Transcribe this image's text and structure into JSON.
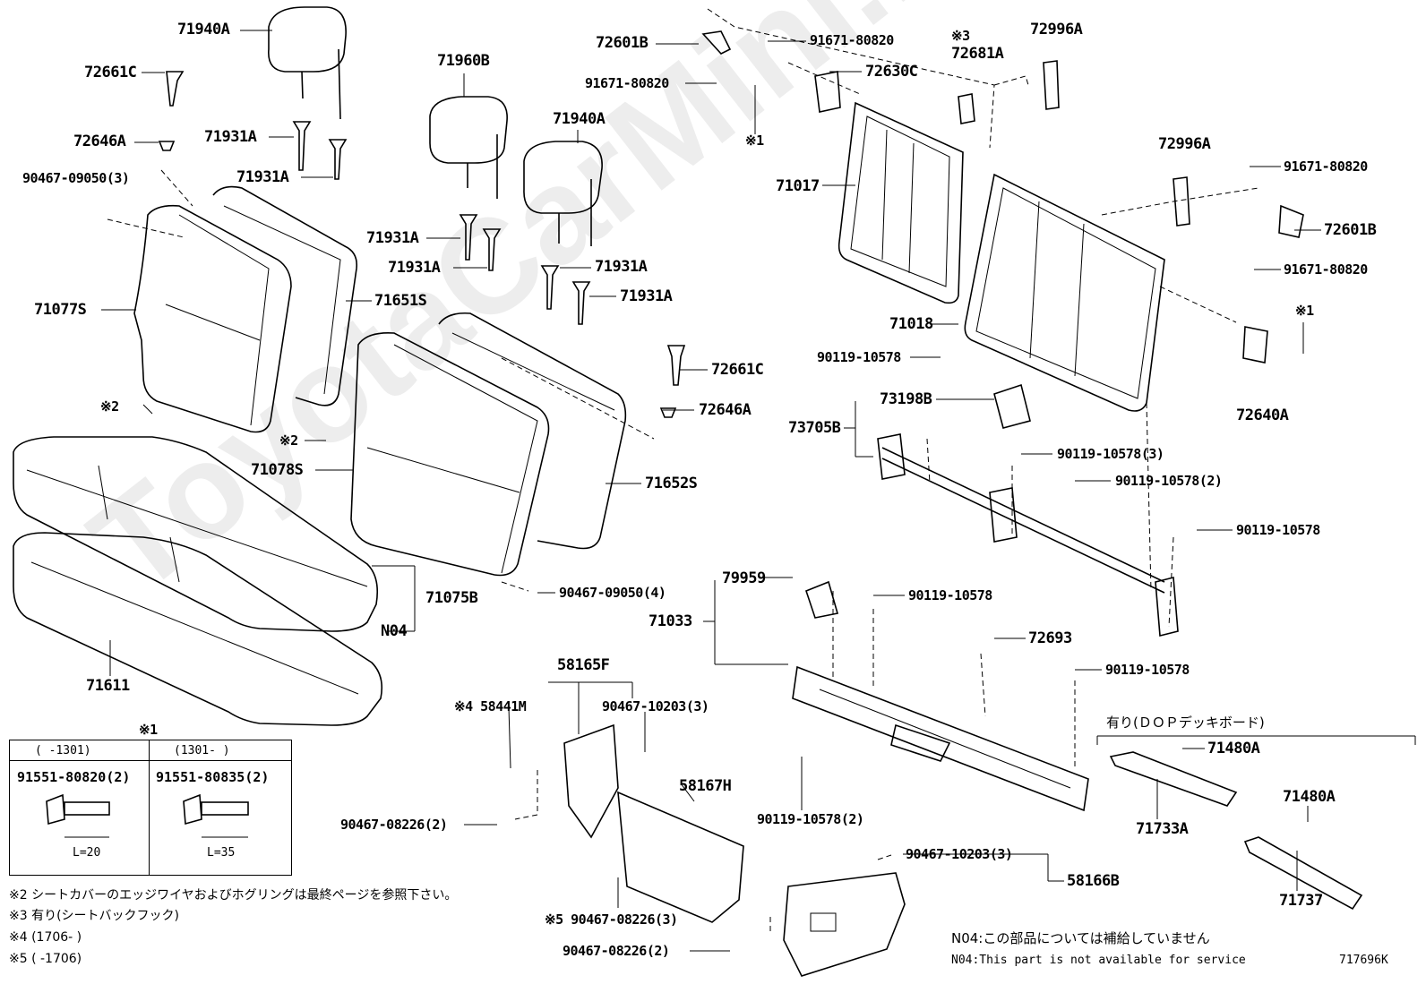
{
  "watermark": "ToyotaCarMini.ru",
  "parts": {
    "p71940A_top": "71940A",
    "p72661C_left": "72661C",
    "p72646A_left": "72646A",
    "p90467_09050_3": "90467-09050(3)",
    "p71931A_1": "71931A",
    "p71931A_2": "71931A",
    "p71960B": "71960B",
    "p71940A_mid": "71940A",
    "p71931A_3": "71931A",
    "p71931A_4": "71931A",
    "p71931A_5": "71931A",
    "p71931A_6": "71931A",
    "p71077S": "71077S",
    "p71651S": "71651S",
    "p72601B_top": "72601B",
    "p91671_1": "91671-80820",
    "p91671_2": "91671-80820",
    "p72630C": "72630C",
    "mark3": "※3",
    "p72681A": "72681A",
    "p72996A_top": "72996A",
    "mark1_a": "※1",
    "p71017": "71017",
    "p72996A_right": "72996A",
    "p91671_3": "91671-80820",
    "p72601B_right": "72601B",
    "p91671_4": "91671-80820",
    "mark1_b": "※1",
    "p71018": "71018",
    "p90119_a": "90119-10578",
    "p72640A": "72640A",
    "p73198B": "73198B",
    "p73705B": "73705B",
    "p90119_3": "90119-10578(3)",
    "p90119_2": "90119-10578(2)",
    "p90119_b": "90119-10578",
    "p72661C_mid": "72661C",
    "p72646A_mid": "72646A",
    "mark2_a": "※2",
    "mark2_b": "※2",
    "p71078S": "71078S",
    "p71652S": "71652S",
    "p71075B": "71075B",
    "p90467_09050_4": "90467-09050(4)",
    "pN04": "N04",
    "p71611": "71611",
    "p79959": "79959",
    "p71033": "71033",
    "p90119_c": "90119-10578",
    "p72693": "72693",
    "p90119_d": "90119-10578",
    "p58165F": "58165F",
    "p58441M": "※4 58441M",
    "p90467_10203_3a": "90467-10203(3)",
    "p58167H": "58167H",
    "p90467_08226_2a": "90467-08226(2)",
    "p90467_08226_3": "※5 90467-08226(3)",
    "p90467_08226_2b": "90467-08226(2)",
    "p90119_2b": "90119-10578(2)",
    "p90467_10203_3b": "90467-10203(3)",
    "p58166B": "58166B",
    "dop_heading": "有り(ＤＯＰデッキボード)",
    "p71480A_1": "71480A",
    "p71733A": "71733A",
    "p71480A_2": "71480A",
    "p71737": "71737"
  },
  "bolt_table": {
    "mark": "※1",
    "col1": {
      "range": "(     -1301)",
      "part": "91551-80820(2)",
      "length": "L=20"
    },
    "col2": {
      "range": "(1301-     )",
      "part": "91551-80835(2)",
      "length": "L=35"
    }
  },
  "notes": {
    "note2": "※2 シートカバーのエッジワイヤおよびホグリングは最終ページを参照下さい。",
    "note3": "※3 有り(シートバックフック)",
    "note4": "※4 (1706-    )",
    "note5": "※5 (    -1706)",
    "n04_jp": "N04:この部品については補給していません",
    "n04_en": "N04:This part is not available for service",
    "diagram_id": "717696K"
  }
}
